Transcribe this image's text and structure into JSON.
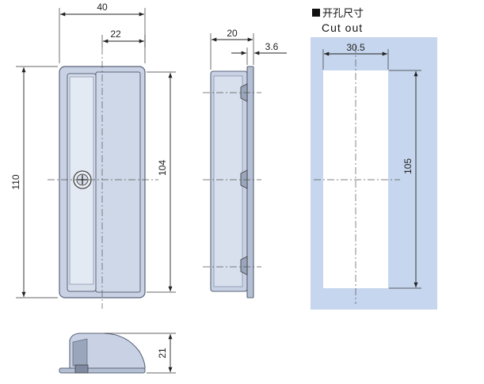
{
  "cutout": {
    "title_zh": "开孔尺寸",
    "title_en": "Cut out",
    "width": "30.5",
    "height": "105"
  },
  "front_view": {
    "width": "40",
    "offset": "22",
    "height_outer": "110",
    "height_inner": "104"
  },
  "side_view": {
    "depth": "20",
    "flange": "3.6"
  },
  "bottom_view": {
    "height": "21"
  },
  "colors": {
    "part_fill": "#c8d2e4",
    "part_shadow": "#9aa6bc",
    "part_dark": "#7f8aa2",
    "cutout_panel": "#c6d6ee",
    "cutout_hole": "#ffffff"
  }
}
